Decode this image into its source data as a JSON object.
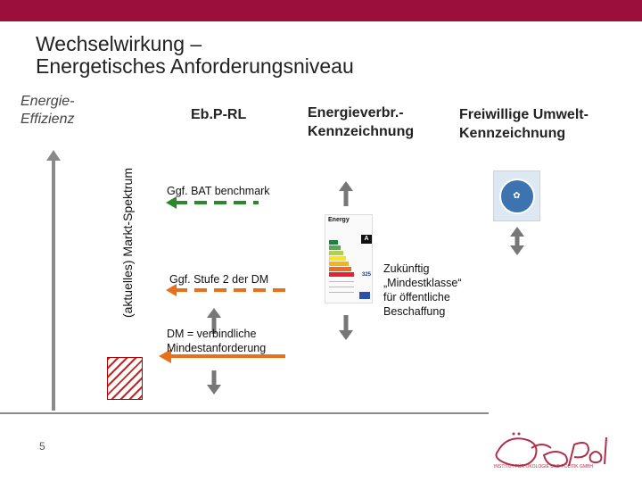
{
  "colors": {
    "accent": "#9a0f3b",
    "arrow_gray": "#777777",
    "green": "#2a8a2a",
    "orange": "#e8701a"
  },
  "slide": {
    "title_line1": "Wechselwirkung –",
    "title_line2": "Energetisches Anforderungsniveau",
    "page_number": "5"
  },
  "left_axis": {
    "label_line1": "Energie-",
    "label_line2": "Effizienz",
    "vertical_label": "(aktuelles) Markt-Spektrum"
  },
  "columns": {
    "ebp": "Eb.P-RL",
    "energy_label_line1": "Energieverbr.-",
    "energy_label_line2": "Kennzeichnung",
    "eco_label_line1": "Freiwillige Umwelt-",
    "eco_label_line2": "Kennzeichnung"
  },
  "notes": {
    "bat": "Ggf. BAT benchmark",
    "stage2": "Ggf. Stufe 2 der DM",
    "dm_line1": "DM = verbindliche",
    "dm_line2": "Mindestanforderung",
    "future_line1": "Zukünftig",
    "future_line2": "„Mindestklasse“",
    "future_line3": "für öffentliche",
    "future_line4": "Beschaffung"
  },
  "energy_label": {
    "heading": "Energy",
    "class": "A",
    "value": "325"
  },
  "icons": [
    "up-down-arrow-icon",
    "left-arrow-icon",
    "eco-label-icon",
    "energy-label-icon"
  ],
  "logo": {
    "name": "Ökopol",
    "subtitle": "INSTITUT FÜR ÖKOLOGIE UND POLITIK GMBH"
  }
}
